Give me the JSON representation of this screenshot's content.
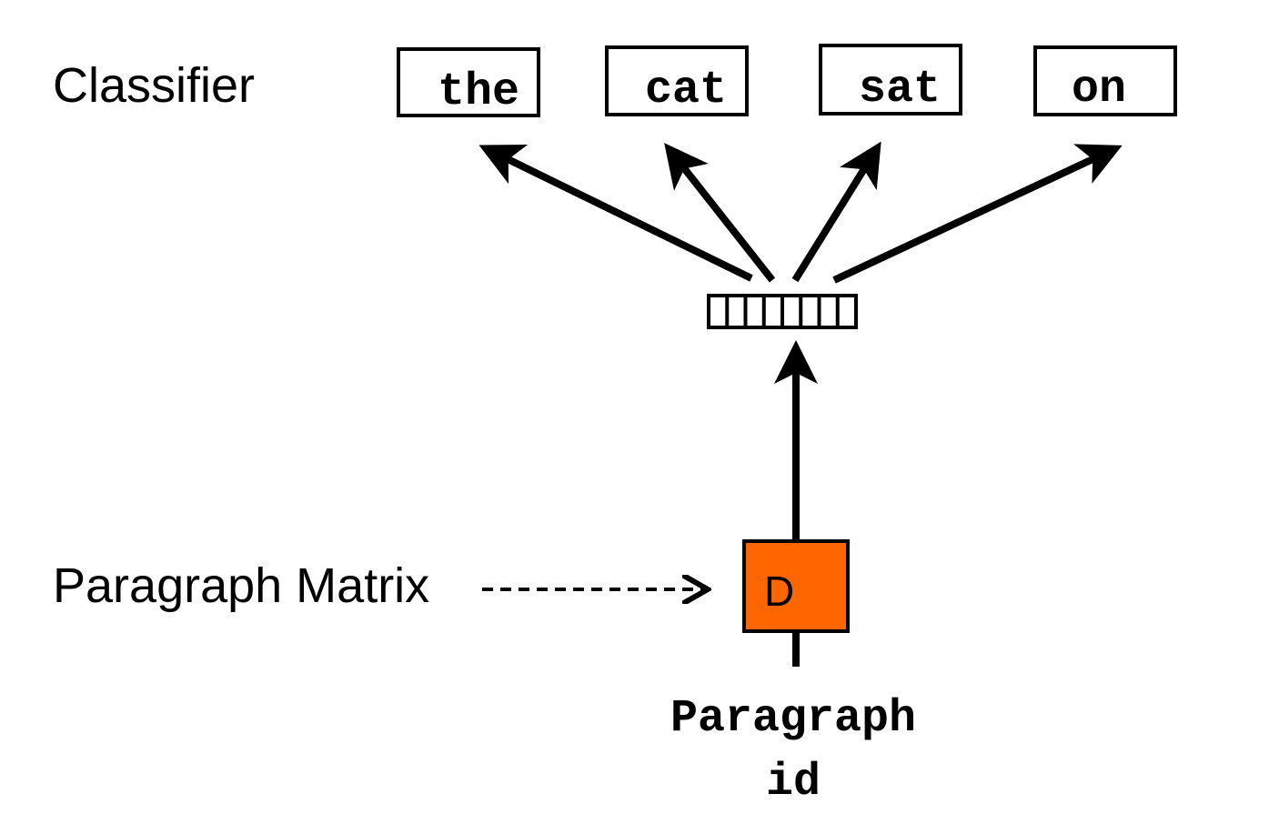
{
  "labels": {
    "classifier": "Classifier",
    "paragraph_matrix": "Paragraph Matrix",
    "paragraph_id_line1": "Paragraph",
    "paragraph_id_line2": "id"
  },
  "words": [
    "the",
    "cat",
    "sat",
    "on"
  ],
  "paragraph_vector": {
    "letter": "D",
    "color": "#ff6600"
  },
  "hidden_layer": {
    "cells": 8
  }
}
